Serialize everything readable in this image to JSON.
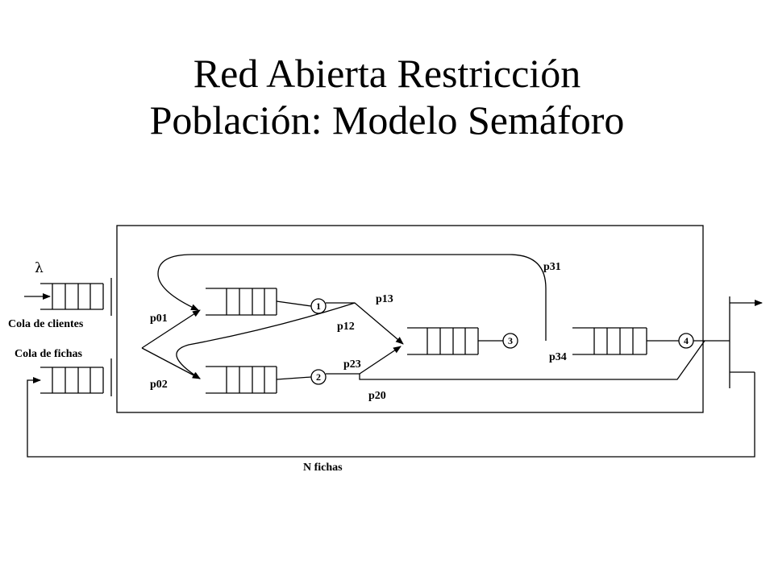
{
  "title": {
    "line1": "Red Abierta Restricción",
    "line2": "Población: Modelo Semáforo"
  },
  "labels": {
    "lambda": "λ",
    "cola_clientes": "Cola de clientes",
    "cola_fichas": "Cola de fichas",
    "p01": "p01",
    "p02": "p02",
    "p12": "p12",
    "p13": "p13",
    "p23": "p23",
    "p20": "p20",
    "p31": "p31",
    "p34": "p34",
    "n_fichas": "N fichas"
  },
  "nodes": {
    "s1": "1",
    "s2": "2",
    "s3": "3",
    "s4": "4"
  }
}
